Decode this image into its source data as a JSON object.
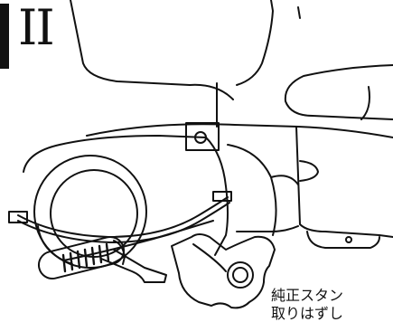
{
  "figure": {
    "section_numeral": "II",
    "caption_lines": [
      "純正スタン",
      "取りはずし"
    ]
  }
}
